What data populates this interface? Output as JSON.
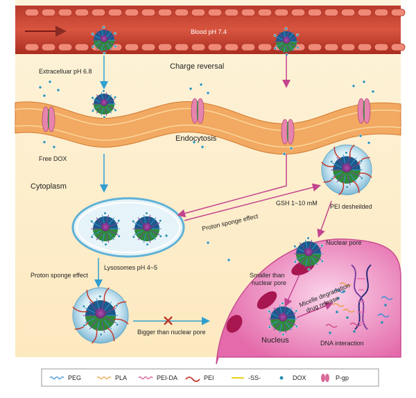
{
  "labels": {
    "blood_ph": "Blood pH 7.4",
    "extracellular_ph": "Extracelluar pH 6.8",
    "charge_reversal": "Charge reversal",
    "free_dox": "Free DOX",
    "endocytosis": "Endocytosis",
    "cytoplasm": "Cytoplasm",
    "proton_sponge_top": "Proton sponge effect",
    "gsh": "GSH 1~10 mM",
    "pei_deshielded": "PEI desheilded",
    "lysosomes": "Lysosomes pH 4~5",
    "proton_sponge_left": "Proton sponge effect",
    "nuclear_pore": "Nuclear pore",
    "smaller_line1": "Smaller than",
    "smaller_line2": "nuclear pore",
    "micelle_line1": "Micelle degradation",
    "micelle_line2": "drug release",
    "bigger": "Bigger than nuclear pore",
    "nucleus": "Nucleus",
    "dna_interaction": "DNA interaction"
  },
  "legend": [
    {
      "symbol": "peg-icon",
      "label": "PEG",
      "color": "#3a8fd0"
    },
    {
      "symbol": "pla-icon",
      "label": "PLA",
      "color": "#e6a04a"
    },
    {
      "symbol": "pei-da-icon",
      "label": "PEI-DA",
      "color": "#d0508a"
    },
    {
      "symbol": "pei-icon",
      "label": "PEI",
      "color": "#c0392b"
    },
    {
      "symbol": "ss-icon",
      "label": "-SS-",
      "color": "#e6d21a"
    },
    {
      "symbol": "dox-icon",
      "label": "DOX",
      "color": "#2a8fb0"
    },
    {
      "symbol": "pgp-icon",
      "label": "P-gp",
      "color": "#d96a9a"
    }
  ],
  "colors": {
    "blood": "#c0392b",
    "blood_cell": "#f08a78",
    "cell_bg": "#fbe7bd",
    "membrane": "#f0a35a",
    "nucleus": "#f2a6cf",
    "arrow_blue": "#2f9fd0",
    "arrow_pink": "#c2448e"
  }
}
